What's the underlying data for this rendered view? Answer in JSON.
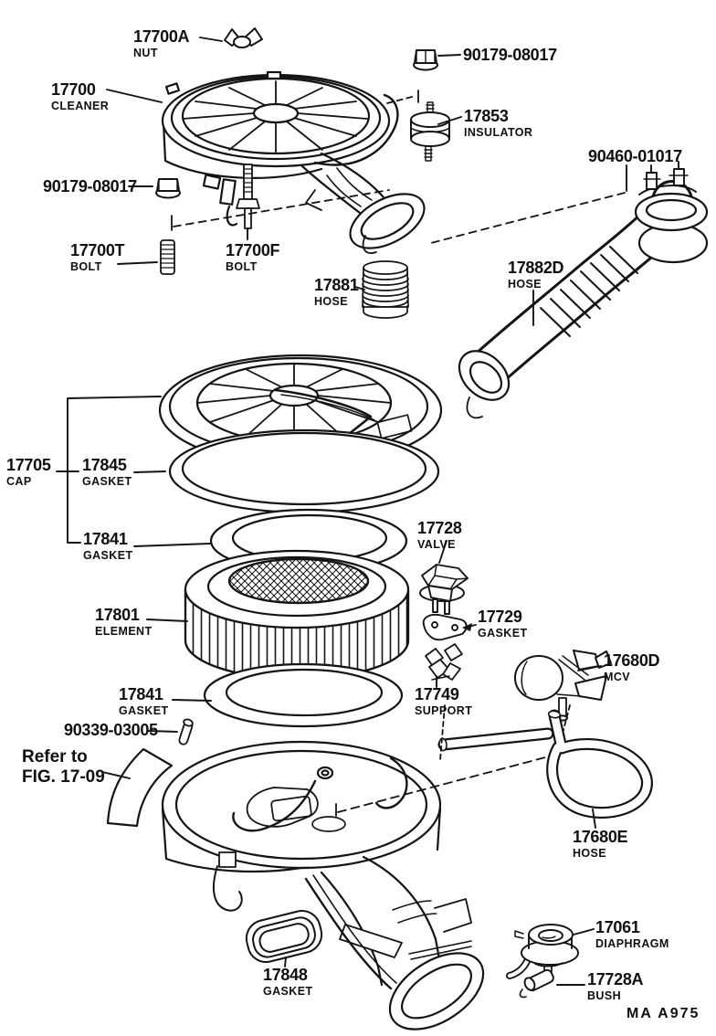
{
  "diagram": {
    "title_note": {
      "line1": "Refer to",
      "line2": "FIG. 17-09"
    },
    "footer_code": "MA  A975",
    "labels": [
      {
        "part": "17700A",
        "desc": "NUT"
      },
      {
        "part": "90179-08017",
        "desc": ""
      },
      {
        "part": "17700",
        "desc": "CLEANER"
      },
      {
        "part": "17853",
        "desc": "INSULATOR"
      },
      {
        "part": "90460-01017",
        "desc": ""
      },
      {
        "part": "90179-08017",
        "desc": ""
      },
      {
        "part": "17700T",
        "desc": "BOLT"
      },
      {
        "part": "17700F",
        "desc": "BOLT"
      },
      {
        "part": "17881",
        "desc": "HOSE"
      },
      {
        "part": "17882D",
        "desc": "HOSE"
      },
      {
        "part": "17705",
        "desc": "CAP"
      },
      {
        "part": "17845",
        "desc": "GASKET"
      },
      {
        "part": "17841",
        "desc": "GASKET"
      },
      {
        "part": "17728",
        "desc": "VALVE"
      },
      {
        "part": "17801",
        "desc": "ELEMENT"
      },
      {
        "part": "17729",
        "desc": "GASKET"
      },
      {
        "part": "17680D",
        "desc": "MCV"
      },
      {
        "part": "17749",
        "desc": "SUPPORT"
      },
      {
        "part": "17841",
        "desc": "GASKET"
      },
      {
        "part": "90339-03005",
        "desc": ""
      },
      {
        "part": "17680E",
        "desc": "HOSE"
      },
      {
        "part": "17061",
        "desc": "DIAPHRAGM"
      },
      {
        "part": "17728A",
        "desc": "BUSH"
      },
      {
        "part": "17848",
        "desc": "GASKET"
      }
    ]
  }
}
